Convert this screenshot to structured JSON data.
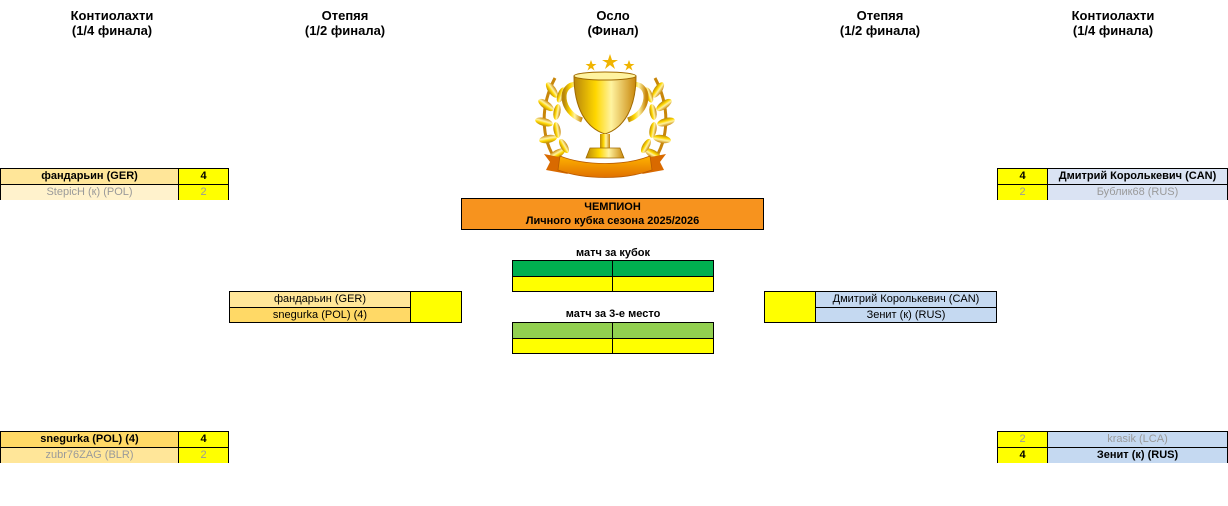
{
  "headers": {
    "left_quarter": {
      "venue": "Контиолахти",
      "stage": "(1/4 финала)"
    },
    "left_semi": {
      "venue": "Отепяя",
      "stage": "(1/2 финала)"
    },
    "final": {
      "venue": "Осло",
      "stage": "(Финал)"
    },
    "right_semi": {
      "venue": "Отепяя",
      "stage": "(1/2 финала)"
    },
    "right_quarter": {
      "venue": "Контиолахти",
      "stage": "(1/4 финала)"
    }
  },
  "quarterfinals": {
    "left_top": {
      "player1": "фандарьин (GER)",
      "score1": "4",
      "player2": "StepicH (к) (POL)",
      "score2": "2"
    },
    "left_bottom": {
      "player1": "snegurka (POL) (4)",
      "score1": "4",
      "player2": "zubr76ZAG (BLR)",
      "score2": "2"
    },
    "right_top": {
      "player1": "Дмитрий Королькевич (CAN)",
      "score1": "4",
      "player2": "Бублик68 (RUS)",
      "score2": "2"
    },
    "right_bottom": {
      "player1": "krasik (LCA)",
      "score1": "2",
      "player2": "Зенит (к) (RUS)",
      "score2": "4"
    }
  },
  "semifinals": {
    "left": {
      "player1": "фандарьин (GER)",
      "player2": "snegurka (POL) (4)",
      "score": ""
    },
    "right": {
      "player1": "Дмитрий Королькевич (CAN)",
      "player2": "Зенит (к) (RUS)",
      "score": ""
    }
  },
  "champion": {
    "title": "ЧЕМПИОН",
    "subtitle": "Личного кубка сезона 2025/2026"
  },
  "cup_match": {
    "label": "матч за кубок"
  },
  "third_place_match": {
    "label": "матч за 3-е место"
  },
  "colors": {
    "score_bg": "#ffff00",
    "left_winner_bg": "#ffe699",
    "left_loser_bg": "#fff2cc",
    "left_semi_bottom_bg": "#ffd966",
    "right_row_bg": "#dae3f3",
    "right_semi_bg": "#c5d9f1",
    "champion_bg": "#f7931e",
    "cup_match_bg": "#00b050",
    "third_match_bg": "#92d050"
  },
  "icons": {
    "trophy": "trophy-icon"
  }
}
